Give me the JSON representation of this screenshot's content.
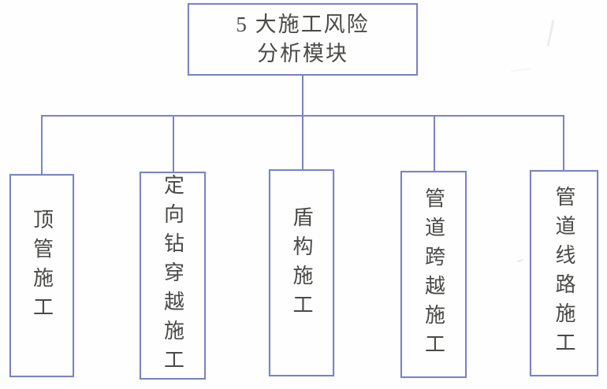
{
  "diagram": {
    "type": "tree",
    "root": {
      "label": "5 大施工风险分析模块",
      "line1": "5 大施工风险",
      "line2": "分析模块"
    },
    "children": [
      {
        "label": "顶管施工"
      },
      {
        "label": "定向钻穿越施工"
      },
      {
        "label": "盾构施工"
      },
      {
        "label": "管道跨越施工"
      },
      {
        "label": "管道线路施工"
      }
    ],
    "colors": {
      "line": "#7b83c4",
      "text": "#4a4a48",
      "background": "#fefefe"
    }
  }
}
